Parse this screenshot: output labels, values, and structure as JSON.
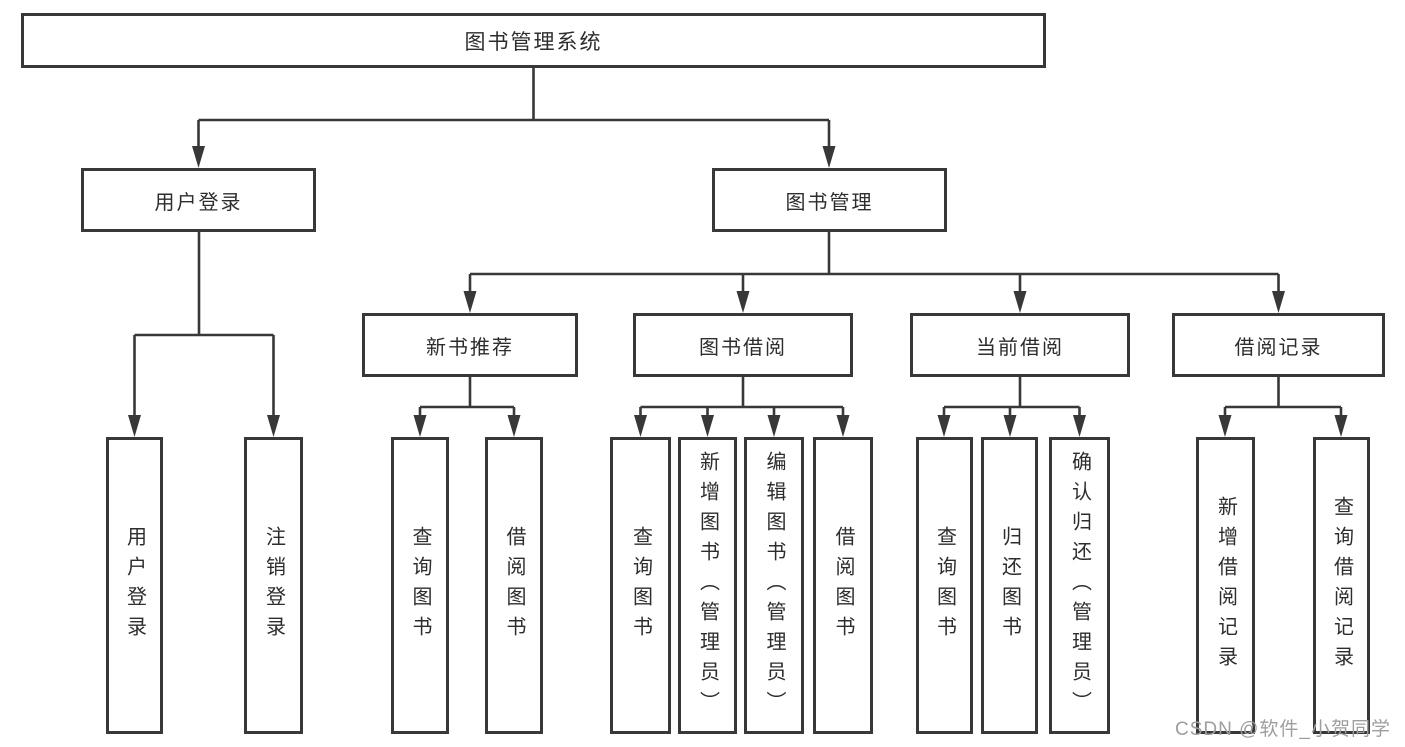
{
  "diagram_title": "图书管理系统",
  "tree": {
    "label": "图书管理系统",
    "children": [
      {
        "label": "用户登录",
        "children": [
          {
            "label": "用户登录"
          },
          {
            "label": "注销登录"
          }
        ]
      },
      {
        "label": "图书管理",
        "children": [
          {
            "label": "新书推荐",
            "children": [
              {
                "label": "查询图书"
              },
              {
                "label": "借阅图书"
              }
            ]
          },
          {
            "label": "图书借阅",
            "children": [
              {
                "label": "查询图书"
              },
              {
                "label": "新增图书（管理员）"
              },
              {
                "label": "编辑图书（管理员）"
              },
              {
                "label": "借阅图书"
              }
            ]
          },
          {
            "label": "当前借阅",
            "children": [
              {
                "label": "查询图书"
              },
              {
                "label": "归还图书"
              },
              {
                "label": "确认归还（管理员）"
              }
            ]
          },
          {
            "label": "借阅记录",
            "children": [
              {
                "label": "新增借阅记录"
              },
              {
                "label": "查询借阅记录"
              }
            ]
          }
        ]
      }
    ]
  },
  "watermark": "CSDN @软件_小贺同学",
  "colors": {
    "background": "#ffffff",
    "line": "#383838",
    "box_border": "#383838",
    "text": "#2d2d2d",
    "watermark": "#9e9e9e"
  }
}
